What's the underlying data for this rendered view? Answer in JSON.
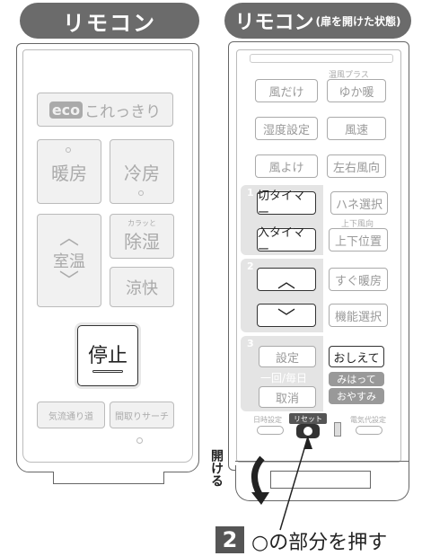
{
  "header_left": "リモコン",
  "header_right_main": "リモコン",
  "header_right_sub": "(扉を開けた状態)",
  "remote_closed": {
    "eco_badge": "eco",
    "eco_text": "これっきり",
    "heating": "暖房",
    "cooling": "冷房",
    "temp_label": "室温",
    "temp_up": "︿",
    "temp_down": "﹀",
    "dehumid_small": "カラッと",
    "dehumid": "除湿",
    "cool_comfort": "涼快",
    "stop": "停止",
    "airflow": "気流通り道",
    "room_search": "間取りサーチ"
  },
  "remote_open": {
    "warm_plus": "温風プラス",
    "fan_only": "風だけ",
    "floor_warm": "ゆか暖",
    "humidity": "湿度設定",
    "fan_speed": "風速",
    "wind_avoid": "風よけ",
    "lr_direction": "左右風向",
    "group1": "1",
    "off_timer": "切タイマー",
    "hane_select": "ハネ選択",
    "ud_wind": "上下風向",
    "on_timer": "入タイマー",
    "ud_position": "上下位置",
    "group2": "2",
    "up": "︿",
    "down": "﹀",
    "quick_heat": "すぐ暖房",
    "func_select": "機能選択",
    "group3": "3",
    "setting": "設定",
    "teach": "おしえて",
    "once_daily": "一回/毎日",
    "watch": "みはって",
    "cancel": "取消",
    "sleep": "おやすみ",
    "date_set": "日時設定",
    "reset": "リセット",
    "power_cost": "電気代設定"
  },
  "open_label": "開ける",
  "step_num": "2",
  "step_text": "○の部分を押す"
}
